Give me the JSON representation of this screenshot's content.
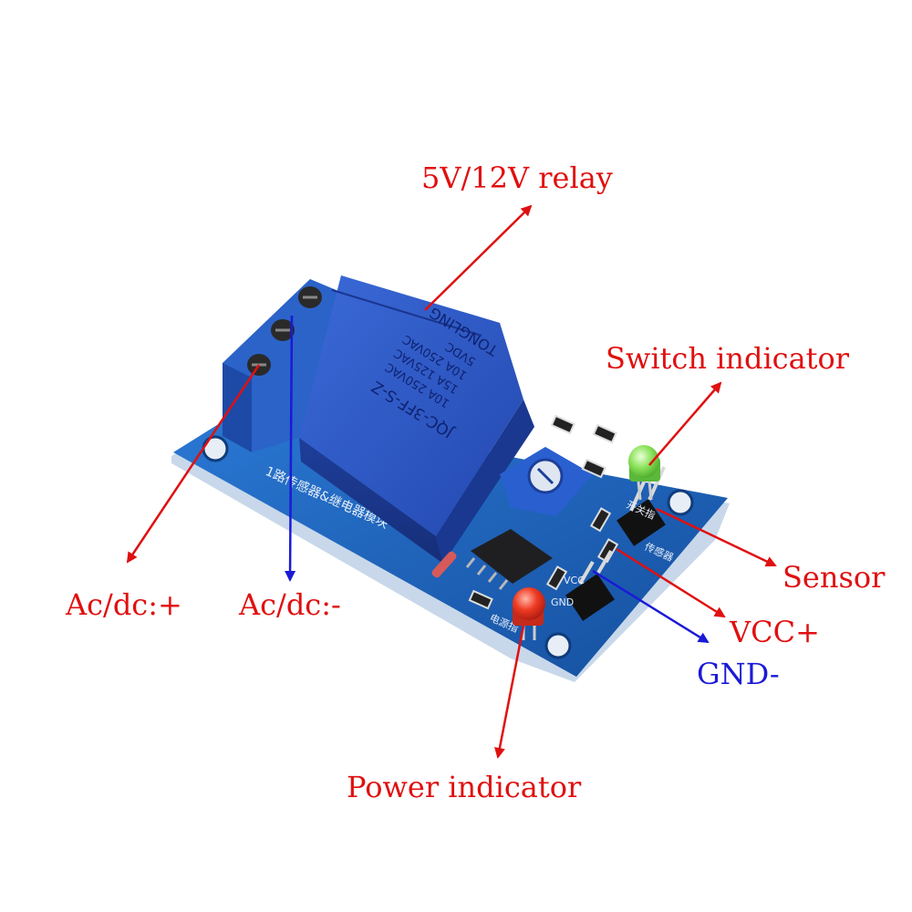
{
  "colors": {
    "label_red": "#e01010",
    "label_blue": "#1a1ad6",
    "pcb_blue": "#1c5fb8",
    "relay_blue": "#2a56c6",
    "terminal_blue": "#2b63c9",
    "led_green": "#7dde4a",
    "led_red": "#e8321f"
  },
  "callouts": {
    "relay": "5V/12V relay",
    "switch_indicator": "Switch indicator",
    "sensor": "Sensor",
    "vcc": "VCC+",
    "gnd": "GND-",
    "power_indicator": "Power indicator",
    "ac_dc_plus": "Ac/dc:+",
    "ac_dc_minus": "Ac/dc:-"
  },
  "relay_markings": {
    "model": "JQC-3FF-S-Z",
    "rating_1": "10A 250VAC",
    "rating_2": "15A 125VAC",
    "rating_3": "10A 250VAC",
    "coil": "5VDC",
    "brand": "TONGLING"
  },
  "pcb_markings": {
    "title": "1路传感器&继电器模块",
    "switch_led": "开关指",
    "sensor_header": "传感器",
    "vcc_pin": "VCC",
    "gnd_pin": "GND",
    "power_led": "电源指"
  }
}
